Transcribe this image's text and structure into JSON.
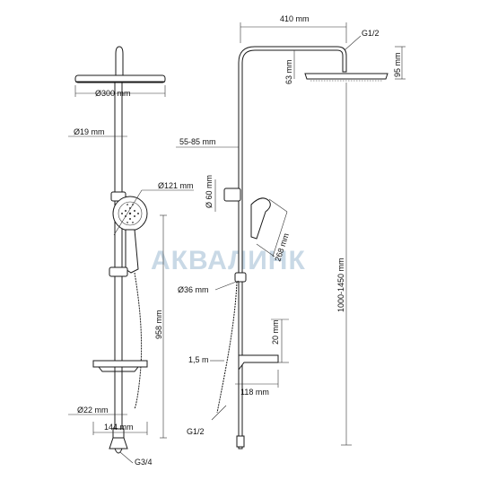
{
  "labels": {
    "d_300": "Ø300 mm",
    "d_19": "Ø19 mm",
    "d_121": "Ø121 mm",
    "d_22": "Ø22 mm",
    "w_144": "144 mm",
    "g34": "G3/4",
    "w_410": "410 mm",
    "g12_top": "G1/2",
    "h_95": "95 mm",
    "h_63": "63 mm",
    "r_5585": "55-85 mm",
    "d_60": "Ø 60 mm",
    "l_268": "268 mm",
    "d_36": "Ø36 mm",
    "h_958": "958 mm",
    "h_10001450": "1000-1450 mm",
    "h_20": "20 mm",
    "w_118": "118 mm",
    "hose_15": "1,5 m",
    "g12_bottom": "G1/2"
  },
  "watermark": "АКВАЛИНК"
}
